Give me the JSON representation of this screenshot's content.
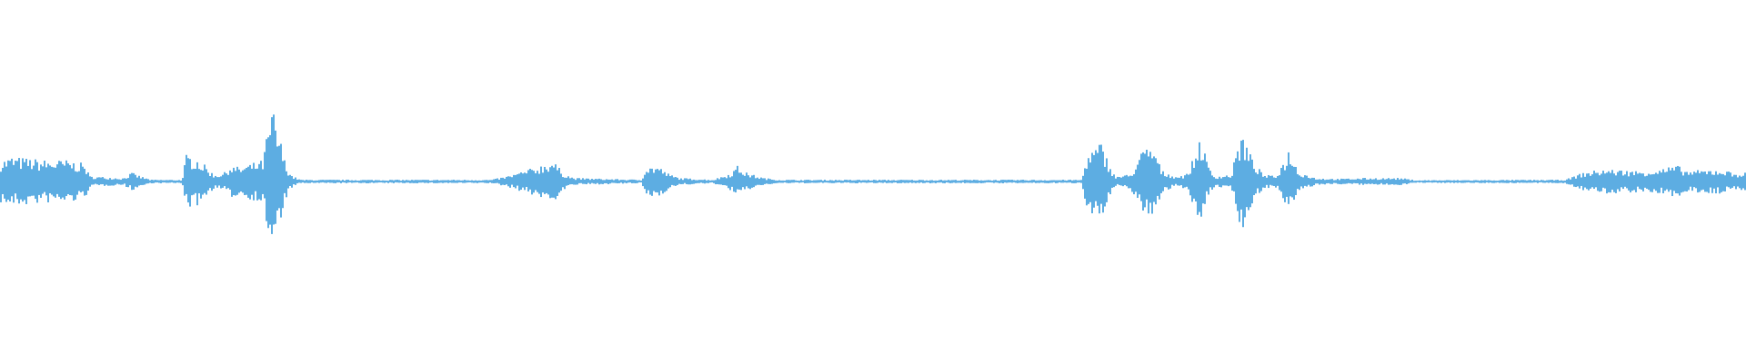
{
  "chart_data": {
    "type": "area",
    "title": "",
    "xlabel": "",
    "ylabel": "",
    "xlim": [
      0,
      1
    ],
    "ylim": [
      -1,
      1
    ],
    "grid": false,
    "color": "#5dade2",
    "envelope": [
      [
        0,
        0.12
      ],
      [
        0.006,
        0.14
      ],
      [
        0.026,
        0.12
      ],
      [
        0.038,
        0.12
      ],
      [
        0.048,
        0.1
      ],
      [
        0.051,
        0.03
      ],
      [
        0.07,
        0.02
      ],
      [
        0.075,
        0.05
      ],
      [
        0.08,
        0.03
      ],
      [
        0.086,
        0.01
      ],
      [
        0.104,
        0.01
      ],
      [
        0.106,
        0.15
      ],
      [
        0.112,
        0.14
      ],
      [
        0.118,
        0.08
      ],
      [
        0.122,
        0.04
      ],
      [
        0.128,
        0.05
      ],
      [
        0.131,
        0.09
      ],
      [
        0.137,
        0.08
      ],
      [
        0.143,
        0.1
      ],
      [
        0.15,
        0.12
      ],
      [
        0.153,
        0.3
      ],
      [
        0.156,
        0.41
      ],
      [
        0.158,
        0.3
      ],
      [
        0.161,
        0.2
      ],
      [
        0.163,
        0.1
      ],
      [
        0.167,
        0.03
      ],
      [
        0.172,
        0.01
      ],
      [
        0.281,
        0.01
      ],
      [
        0.29,
        0.03
      ],
      [
        0.306,
        0.08
      ],
      [
        0.316,
        0.12
      ],
      [
        0.322,
        0.05
      ],
      [
        0.328,
        0.02
      ],
      [
        0.367,
        0.01
      ],
      [
        0.369,
        0.08
      ],
      [
        0.376,
        0.09
      ],
      [
        0.383,
        0.04
      ],
      [
        0.389,
        0.02
      ],
      [
        0.408,
        0.01
      ],
      [
        0.418,
        0.05
      ],
      [
        0.422,
        0.09
      ],
      [
        0.427,
        0.05
      ],
      [
        0.437,
        0.02
      ],
      [
        0.446,
        0.01
      ],
      [
        0.619,
        0.01
      ],
      [
        0.622,
        0.15
      ],
      [
        0.63,
        0.22
      ],
      [
        0.635,
        0.1
      ],
      [
        0.638,
        0.03
      ],
      [
        0.647,
        0.04
      ],
      [
        0.654,
        0.18
      ],
      [
        0.66,
        0.2
      ],
      [
        0.665,
        0.06
      ],
      [
        0.673,
        0.03
      ],
      [
        0.679,
        0.04
      ],
      [
        0.684,
        0.15
      ],
      [
        0.687,
        0.27
      ],
      [
        0.691,
        0.1
      ],
      [
        0.695,
        0.03
      ],
      [
        0.705,
        0.04
      ],
      [
        0.708,
        0.2
      ],
      [
        0.711,
        0.27
      ],
      [
        0.717,
        0.12
      ],
      [
        0.723,
        0.04
      ],
      [
        0.73,
        0.03
      ],
      [
        0.735,
        0.12
      ],
      [
        0.738,
        0.19
      ],
      [
        0.743,
        0.06
      ],
      [
        0.753,
        0.02
      ],
      [
        0.765,
        0.015
      ],
      [
        0.781,
        0.02
      ],
      [
        0.802,
        0.02
      ],
      [
        0.81,
        0.008
      ],
      [
        0.896,
        0.01
      ],
      [
        0.906,
        0.05
      ],
      [
        0.918,
        0.07
      ],
      [
        0.938,
        0.06
      ],
      [
        0.95,
        0.07
      ],
      [
        0.96,
        0.09
      ],
      [
        0.966,
        0.06
      ],
      [
        0.985,
        0.07
      ],
      [
        0.992,
        0.05
      ],
      [
        1,
        0.05
      ]
    ]
  }
}
